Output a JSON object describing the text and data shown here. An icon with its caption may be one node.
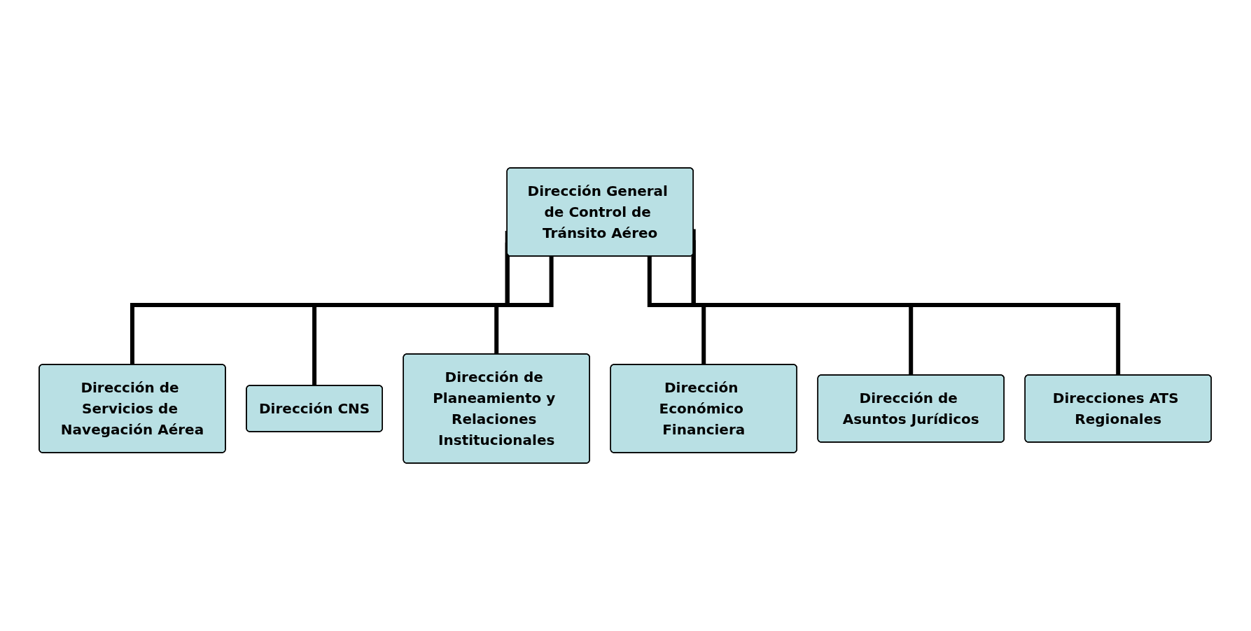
{
  "diagram": {
    "nodes": [
      {
        "text": [
          "Dirección General de Control de Tránsito Aéreo"
        ]
      },
      {
        "text": [
          "Dirección de Servicios de Navegación Aérea"
        ]
      },
      {
        "text": [
          "Dirección CNS"
        ]
      },
      {
        "text": [
          "Dirección de Planeamiento y Relaciones Institucionales"
        ]
      },
      {
        "text": [
          "Dirección Económico Financiera"
        ]
      },
      {
        "text": [
          "Dirección de Asuntos Jurídicos"
        ]
      },
      {
        "text": [
          "Direcciones ATS Regionales"
        ]
      }
    ],
    "edges": [
      {
        "from": 0,
        "to": 1,
        "arrow": "none"
      },
      {
        "from": 0,
        "to": 2,
        "arrow": "none"
      },
      {
        "from": 0,
        "to": 3,
        "arrow": "none"
      },
      {
        "from": 0,
        "to": 4,
        "arrow": "none"
      },
      {
        "from": 0,
        "to": 5,
        "arrow": "none"
      },
      {
        "from": 0,
        "to": 6,
        "arrow": "none"
      }
    ]
  }
}
